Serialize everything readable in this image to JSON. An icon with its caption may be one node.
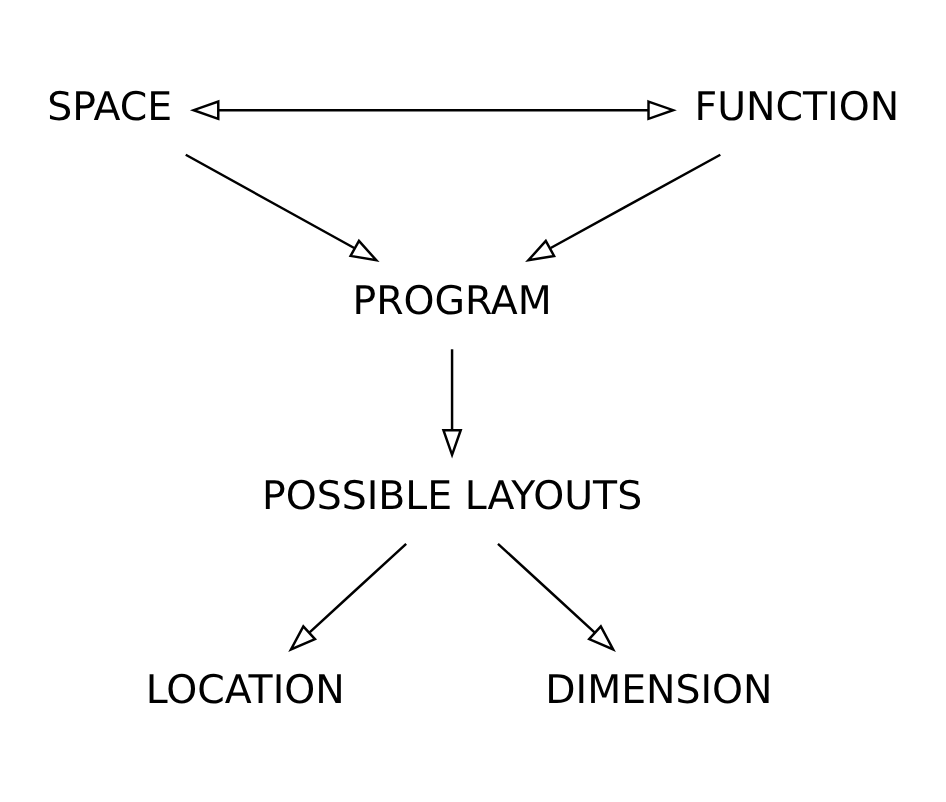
{
  "diagram": {
    "nodes": [
      {
        "text": [
          "SPACE"
        ]
      },
      {
        "text": [
          "FUNCTION"
        ]
      },
      {
        "text": [
          "PROGRAM"
        ]
      },
      {
        "text": [
          "POSSIBLE LAYOUTS"
        ]
      },
      {
        "text": [
          "LOCATION"
        ]
      },
      {
        "text": [
          "DIMENSION"
        ]
      }
    ],
    "edges": [
      {
        "from": 0,
        "to": 1,
        "arrow": "both"
      },
      {
        "from": 0,
        "to": 2,
        "arrow": "to"
      },
      {
        "from": 1,
        "to": 2,
        "arrow": "to"
      },
      {
        "from": 2,
        "to": 3,
        "arrow": "to"
      },
      {
        "from": 3,
        "to": 4,
        "arrow": "to"
      },
      {
        "from": 3,
        "to": 5,
        "arrow": "to"
      }
    ]
  }
}
